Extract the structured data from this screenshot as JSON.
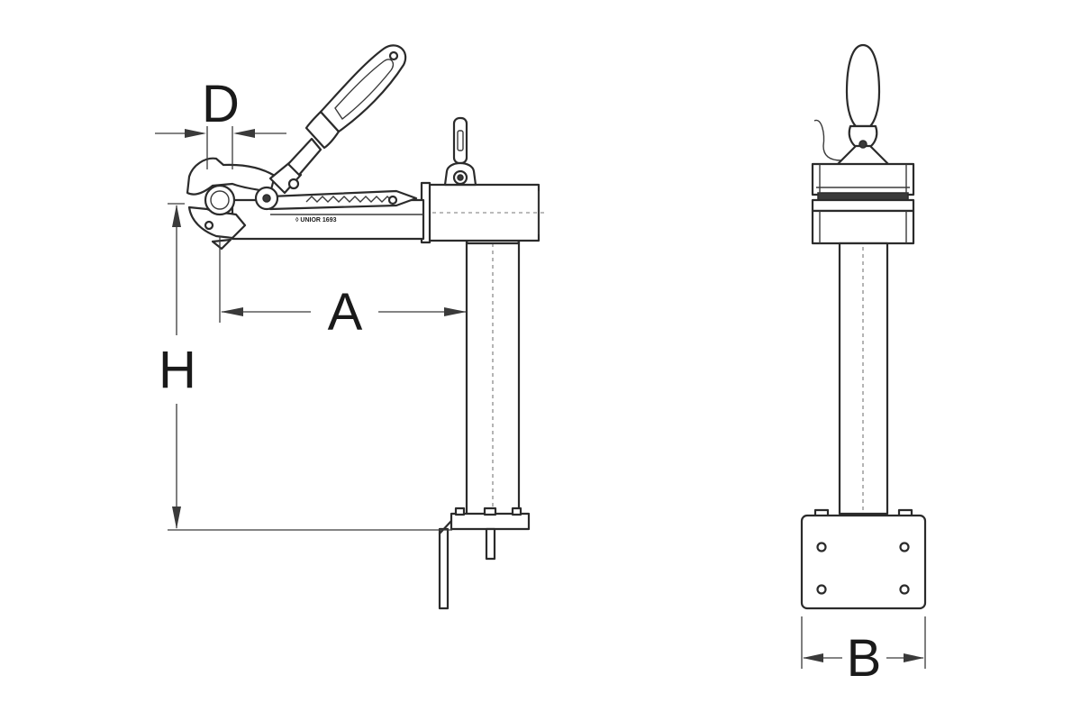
{
  "dimensions": {
    "D": "D",
    "A": "A",
    "H": "H",
    "B": "B"
  },
  "colors": {
    "line": "#2b2b2b",
    "background": "#ffffff"
  }
}
